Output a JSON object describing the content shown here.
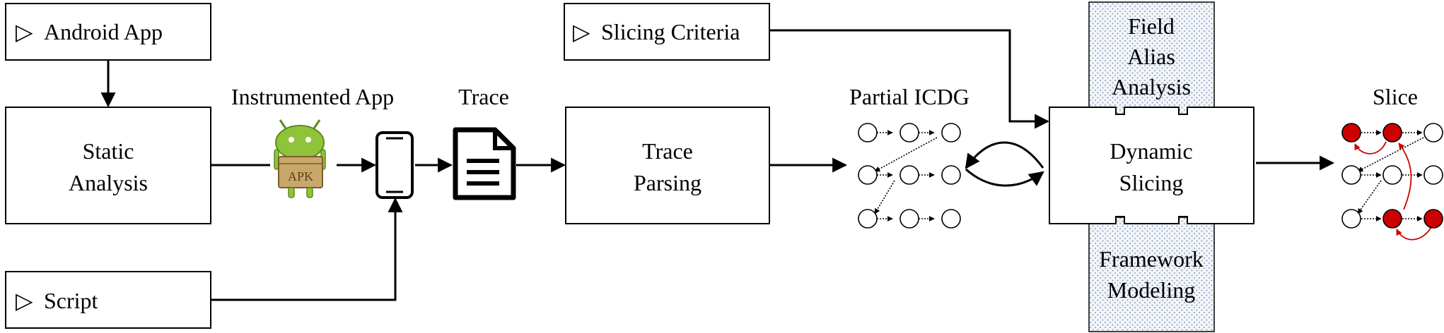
{
  "inputs": {
    "android_app": "Android App",
    "script": "Script",
    "slicing_criteria": "Slicing Criteria",
    "marker": "▷"
  },
  "stages": {
    "static_analysis": [
      "Static",
      "Analysis"
    ],
    "trace_parsing": [
      "Trace",
      "Parsing"
    ],
    "dynamic_slicing": [
      "Dynamic",
      "Slicing"
    ],
    "field_alias": [
      "Field",
      "Alias",
      "Analysis"
    ],
    "framework_modeling": [
      "Framework",
      "Modeling"
    ]
  },
  "artifacts": {
    "instrumented_app": "Instrumented App",
    "apk_label": "APK",
    "trace": "Trace",
    "partial_icdg": "Partial ICDG",
    "slice": "Slice"
  },
  "colors": {
    "stroke": "#000000",
    "slice_node": "#cc0000",
    "dotted_fill": "#dfe6ef",
    "android_green": "#8fc43a",
    "box_tan": "#c8a86a"
  }
}
